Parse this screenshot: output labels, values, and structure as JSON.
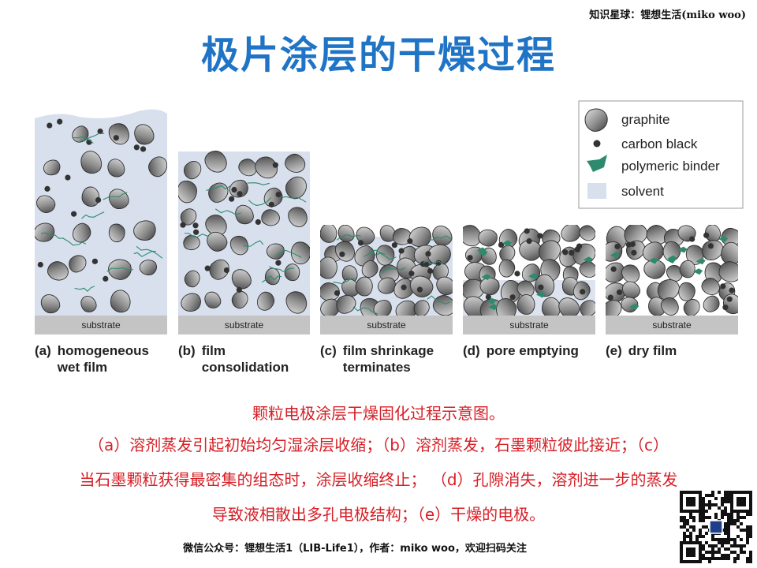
{
  "watermark_top": "知识星球：锂想生活(miko woo)",
  "title": "极片涂层的干燥过程",
  "legend": {
    "graphite": "graphite",
    "carbon_black": "carbon black",
    "binder": "polymeric binder",
    "solvent": "solvent"
  },
  "substrate_label": "substrate",
  "panels": [
    {
      "letter": "(a)",
      "label": "homogeneous\nwet film"
    },
    {
      "letter": "(b)",
      "label": "film\nconsolidation"
    },
    {
      "letter": "(c)",
      "label": "film shrinkage\nterminates"
    },
    {
      "letter": "(d)",
      "label": "pore emptying"
    },
    {
      "letter": "(e)",
      "label": "dry film"
    }
  ],
  "caption": {
    "line1": "颗粒电极涂层干燥固化过程示意图。",
    "line2": "（a）溶剂蒸发引起初始均匀湿涂层收缩；（b）溶剂蒸发，石墨颗粒彼此接近；（c）",
    "line3": "当石墨颗粒获得最密集的组态时，涂层收缩终止；  （d）孔隙消失，溶剂进一步的蒸发",
    "line4": "导致液相散出多孔电极结构；（e）干燥的电极。"
  },
  "footer": "微信公众号：锂想生活1（LIB-Life1），作者：miko woo，欢迎扫码关注",
  "colors": {
    "title": "#1f74c6",
    "caption": "#d61f26",
    "solvent": "#d8e0ee",
    "substrate": "#c4c4c4",
    "binder": "#2e8a6e",
    "graphite_dark": "#4a4a4a",
    "graphite_light": "#cfcfcf"
  }
}
